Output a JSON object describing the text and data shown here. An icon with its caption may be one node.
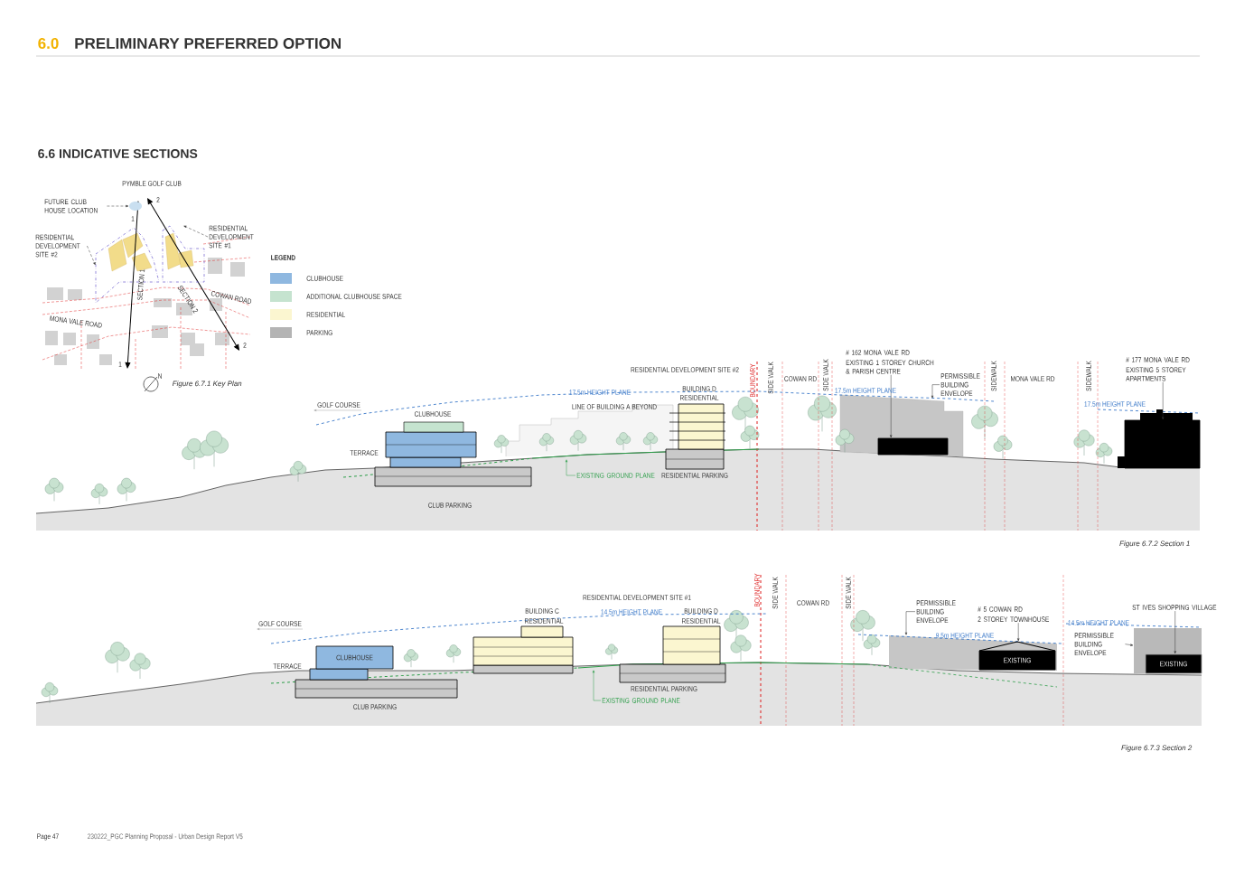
{
  "diagram": {
    "title": "PRELIMINARY PREFERRED OPTION",
    "nodes": [
      {
        "text": [
          "FUTURE CLUB HOUSE LOCATION"
        ]
      },
      {
        "text": [
          "RESIDENTIAL DEVELOPMENT SITE #1"
        ]
      },
      {
        "text": [
          "RESIDENTIAL DEVELOPMENT SITE #2"
        ]
      },
      {
        "text": [
          "EXISTING GROUND PLANE"
        ]
      },
      {
        "text": [
          "# 162 MONA VALE RD",
          "EXISTING 1 STOREY CHURCH & PARISH CENTRE"
        ]
      },
      {
        "text": [],
        "shape": "box"
      },
      {
        "text": [
          "PERMISSIBLE BUILDING ENVELOPE"
        ]
      },
      {
        "text": [
          "# 177 MONA VALE RD",
          "EXISTING 5 STOREY APARTMENTS"
        ]
      },
      {
        "text": [],
        "shape": "box"
      },
      {
        "text": [
          "CLUBHOUSE"
        ]
      },
      {
        "text": [
          "EXISTING GROUND PLANE"
        ]
      },
      {
        "text": [
          "PERMISSIBLE BUILDING ENVELOPE"
        ]
      },
      {
        "text": [
          "# 5 COWAN RD",
          "2 STOREY TOWNHOUSE"
        ]
      },
      {
        "text": [
          "EXISTING"
        ]
      },
      {
        "text": [
          "ST IVES SHOPPING VILLAGE"
        ]
      },
      {
        "text": [
          "PERMISSIBLE BUILDING ENVELOPE"
        ]
      },
      {
        "text": [],
        "shape": "box"
      },
      {
        "text": [
          "EXISTING"
        ],
        "in": 16
      },
      {
        "text": [],
        "shape": "cloud"
      },
      {
        "text": [],
        "shape": "box"
      },
      {
        "text": [],
        "shape": "box"
      }
    ],
    "edges": [
      {
        "from": 0,
        "to": 18,
        "arrow": "to",
        "style": "dashed"
      },
      {
        "from": 1,
        "to": 19,
        "arrow": "to",
        "style": "dashed"
      },
      {
        "from": 2,
        "to": 20,
        "arrow": "to",
        "style": "dashed"
      },
      {
        "from": 3,
        "to": null,
        "arrow": "to",
        "color": "#2e9e4a"
      },
      {
        "from": 4,
        "to": 5,
        "arrow": "to"
      },
      {
        "from": 6,
        "to": null,
        "arrow": "to"
      },
      {
        "from": 7,
        "to": 8,
        "arrow": "to"
      },
      {
        "from": 10,
        "to": null,
        "arrow": "to",
        "color": "#2e9e4a"
      },
      {
        "from": 11,
        "to": null,
        "arrow": "to"
      },
      {
        "from": 12,
        "to": 13,
        "arrow": "to"
      },
      {
        "from": 14,
        "to": 17,
        "arrow": "to"
      },
      {
        "from": 15,
        "to": 16,
        "arrow": "to"
      }
    ],
    "labels": [
      "6.0",
      "6.6 INDICATIVE SECTIONS",
      "PYMBLE GOLF CLUB",
      "1",
      "2",
      "SECTION 1",
      "SECTION 2",
      "COWAN ROAD",
      "MONA VALE ROAD",
      "1",
      "2",
      "N",
      "Figure 6.7.1 Key Plan",
      "LEGEND",
      "RESIDENTIAL DEVELOPMENT SITE #2",
      "BOUNDARY",
      "SIDE WALK",
      "COWAN RD",
      "SIDE WALK",
      "SIDEWALK",
      "MONA VALE RD",
      "SIDEWALK",
      "17.5m HEIGHT PLANE",
      "BUILDING D",
      "RESIDENTIAL",
      "17.5m HEIGHT PLANE",
      "GOLF COURSE",
      "LINE OF BUILDING A BEYOND",
      "17.5m HEIGHT PLANE",
      "CLUBHOUSE",
      "TERRACE",
      "RESIDENTIAL PARKING",
      "CLUB PARKING",
      "Figure 6.7.2 Section 1",
      "RESIDENTIAL DEVELOPMENT SITE #1",
      "BOUNDARY",
      "SIDE WALK",
      "COWAN RD",
      "SIDE WALK",
      "BUILDING C",
      "RESIDENTIAL",
      "14.5m HEIGHT PLANE",
      "BUILDING D",
      "RESIDENTIAL",
      "GOLF COURSE",
      "14.5m HEIGHT PLANE",
      "9.5m HEIGHT PLANE",
      "TERRACE",
      "RESIDENTIAL PARKING",
      "CLUB PARKING",
      "Figure 6.7.3 Section 2",
      "Page 47",
      "230222_PGC Planning Proposal - Urban Design Report V5"
    ],
    "legend": [
      {
        "text": "CLUBHOUSE",
        "color": "#8fb8e0"
      },
      {
        "text": "ADDITIONAL CLUBHOUSE SPACE",
        "color": "#c5e3cf"
      },
      {
        "text": "RESIDENTIAL",
        "color": "#fbf6d0"
      },
      {
        "text": "PARKING",
        "color": "#b4b4b4"
      }
    ]
  }
}
